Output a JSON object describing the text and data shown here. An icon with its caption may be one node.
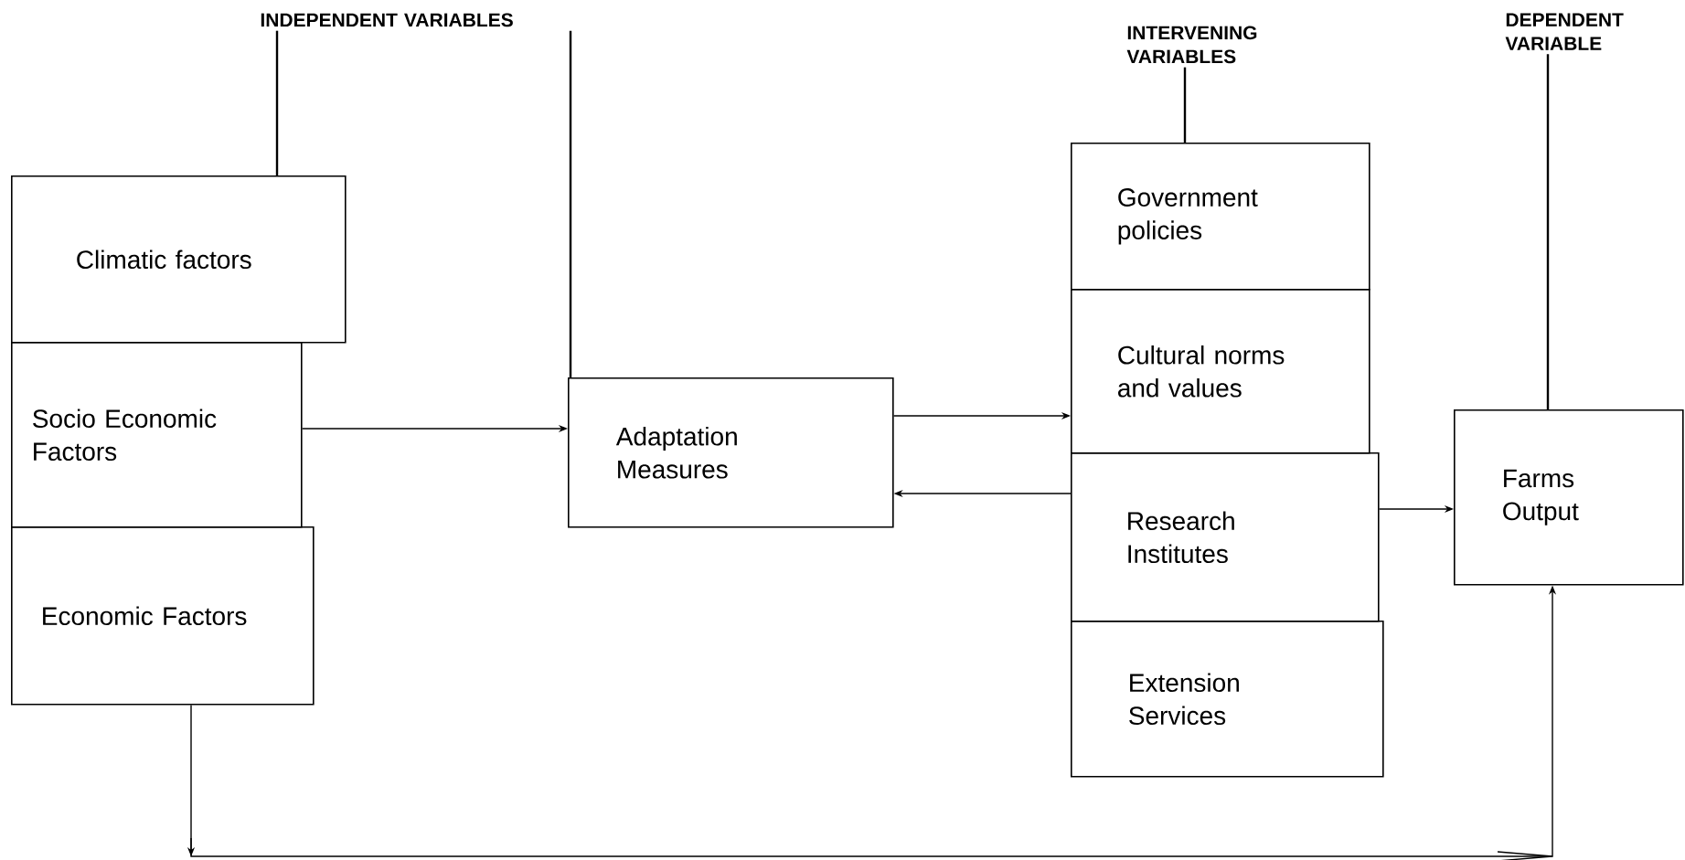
{
  "diagram": {
    "nodes": [
      {
        "text": [
          "INDEPENDENT VARIABLES"
        ]
      },
      {
        "text": [
          "INTERVENING VARIABLES"
        ]
      },
      {
        "text": [
          "DEPENDENT VARIABLE"
        ]
      },
      {
        "text": [
          "Climatic factors"
        ]
      },
      {
        "text": [
          "Socio Economic Factors"
        ]
      },
      {
        "text": [
          "Economic Factors"
        ]
      },
      {
        "text": [
          "Adaptation Measures"
        ]
      },
      {
        "text": [
          "Government policies"
        ]
      },
      {
        "text": [
          "Cultural norms and values"
        ]
      },
      {
        "text": [
          "Research Institutes"
        ]
      },
      {
        "text": [
          "Extension Services"
        ]
      },
      {
        "text": [
          "Farms Output"
        ]
      }
    ],
    "edges": [
      {
        "from": 0,
        "to": 3,
        "arrow": "none"
      },
      {
        "from": 0,
        "to": 6,
        "arrow": "none"
      },
      {
        "from": 1,
        "to": 7,
        "arrow": "none"
      },
      {
        "from": 2,
        "to": 11,
        "arrow": "none"
      },
      {
        "from": 4,
        "to": 6,
        "arrow": "to"
      },
      {
        "from": 6,
        "to": 8,
        "arrow": "to"
      },
      {
        "from": 9,
        "to": 6,
        "arrow": "to"
      },
      {
        "from": 9,
        "to": 11,
        "arrow": "to"
      },
      {
        "from": 5,
        "to": 11,
        "arrow": "to"
      }
    ]
  }
}
